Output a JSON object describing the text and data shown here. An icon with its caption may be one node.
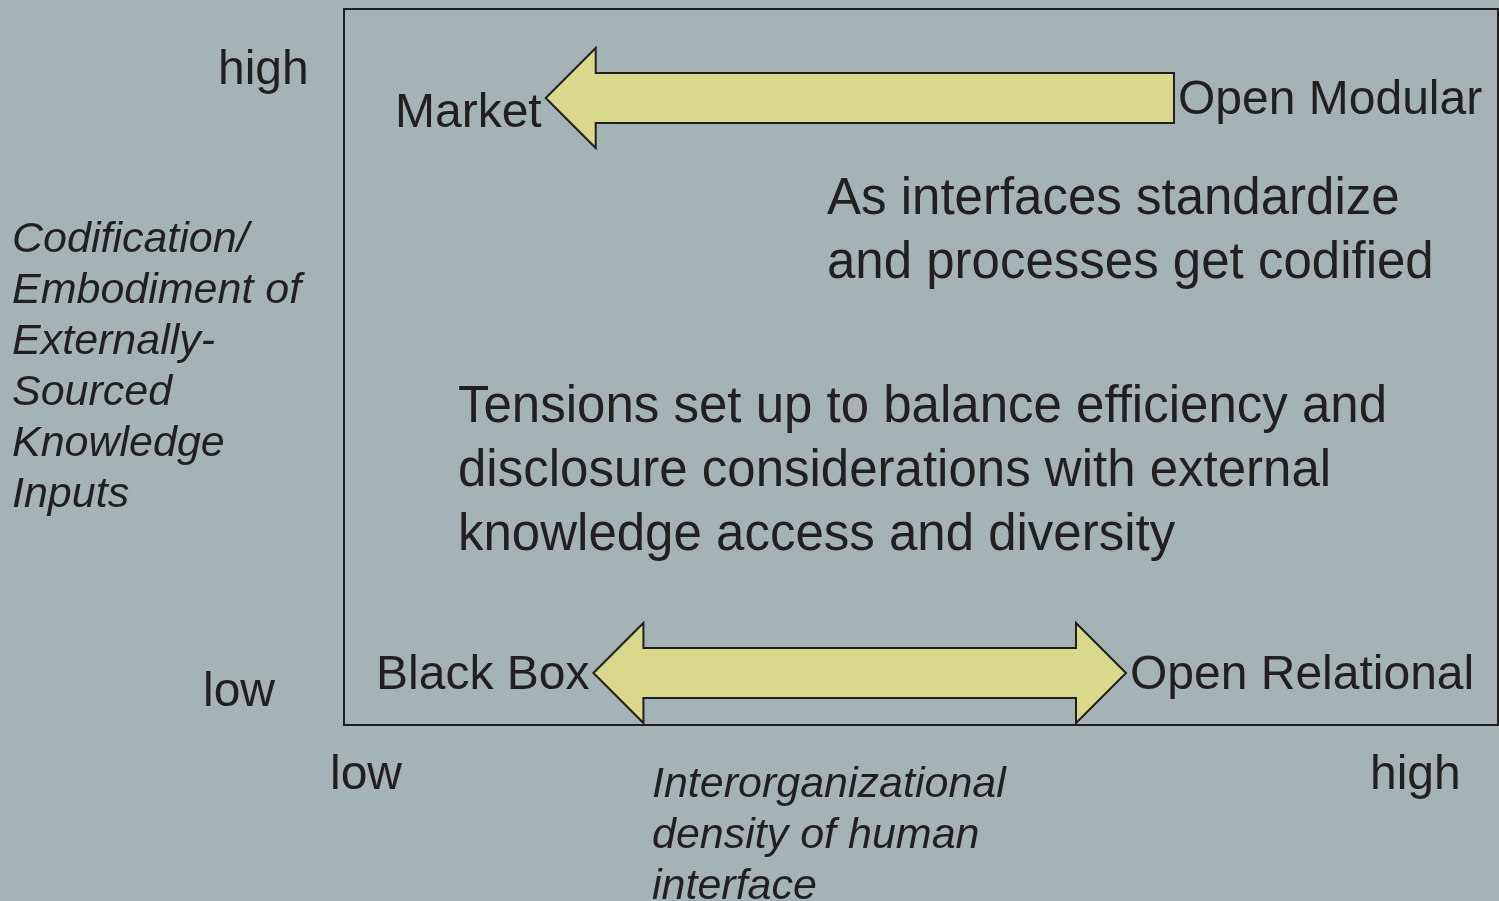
{
  "diagram": {
    "nodes": [
      {
        "text": [],
        "shape": "box"
      },
      {
        "text": [
          "Market"
        ],
        "in": 0
      },
      {
        "text": [
          "Open Modular"
        ],
        "in": 0
      },
      {
        "text": [
          "Black Box"
        ],
        "in": 0
      },
      {
        "text": [
          "Open Relational"
        ],
        "in": 0
      }
    ],
    "edges": [
      {
        "from": 2,
        "to": 1,
        "arrow": "to"
      },
      {
        "from": 3,
        "to": 4,
        "arrow": "both"
      }
    ],
    "labels": [
      "high",
      "Codification/ Embodiment of Externally- Sourced Knowledge Inputs",
      "low",
      "As interfaces standardize and processes get codified",
      "Tensions set up to balance efficiency and disclosure considerations with external knowledge access and diversity",
      "low",
      "Interorganizational density of human interface",
      "high"
    ]
  }
}
